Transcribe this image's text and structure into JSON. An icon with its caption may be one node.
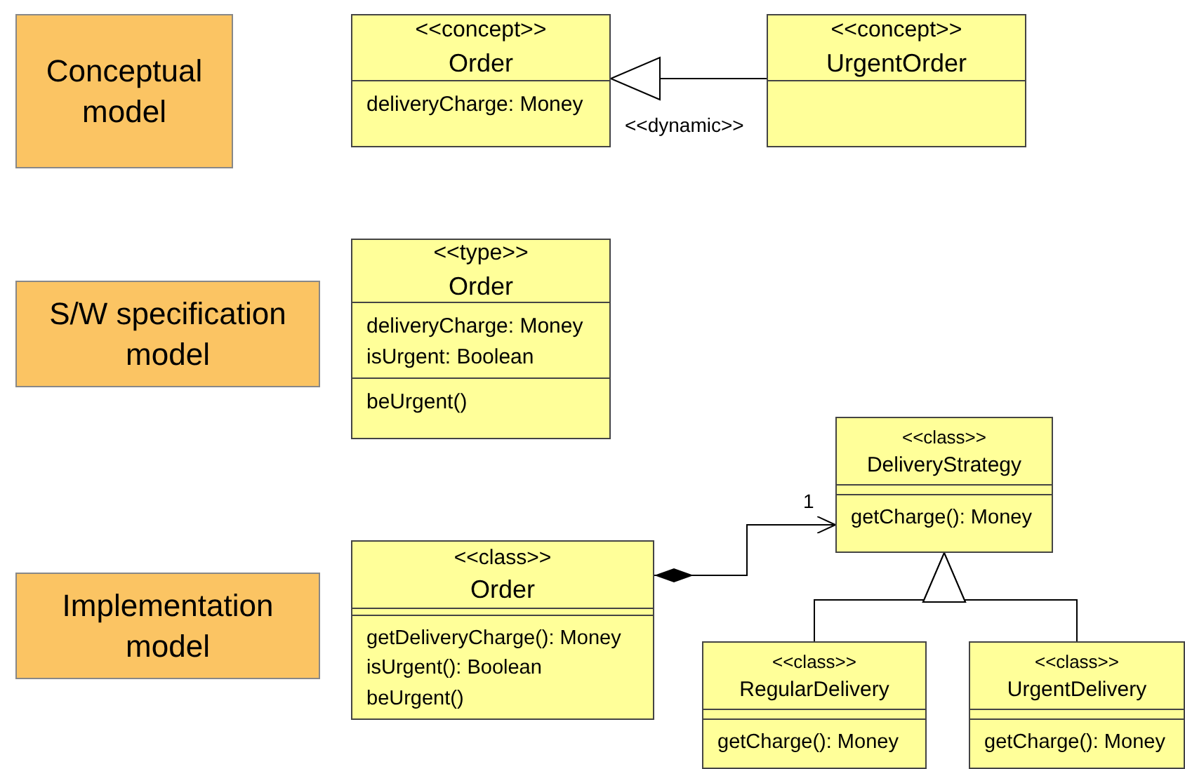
{
  "diagram": {
    "nodes": [
      {
        "text": [
          "Conceptual model"
        ]
      },
      {
        "text": [
          "<<concept>>",
          "Order",
          "deliveryCharge: Money"
        ]
      },
      {
        "text": [
          "<<concept>>",
          "UrgentOrder"
        ]
      },
      {
        "text": [
          "S/W specification model"
        ]
      },
      {
        "text": [
          "<<type>>",
          "Order",
          "deliveryCharge: Money",
          "isUrgent: Boolean",
          "beUrgent()"
        ]
      },
      {
        "text": [
          "Implementation model"
        ]
      },
      {
        "text": [
          "<<class>>",
          "Order",
          "getDeliveryCharge(): Money",
          "isUrgent(): Boolean",
          "beUrgent()"
        ]
      },
      {
        "text": [
          "<<class>>",
          "DeliveryStrategy",
          "getCharge(): Money"
        ]
      },
      {
        "text": [
          "<<class>>",
          "RegularDelivery",
          "getCharge(): Money"
        ]
      },
      {
        "text": [
          "<<class>>",
          "UrgentDelivery",
          "getCharge(): Money"
        ]
      }
    ],
    "edges": [
      {
        "from": 2,
        "to": 1,
        "arrow": "to",
        "label": "<<dynamic>>"
      },
      {
        "from": 6,
        "to": 7,
        "arrow": "to",
        "label": "1"
      },
      {
        "from": 8,
        "to": 7,
        "arrow": "to"
      },
      {
        "from": 9,
        "to": 7,
        "arrow": "to"
      }
    ]
  }
}
